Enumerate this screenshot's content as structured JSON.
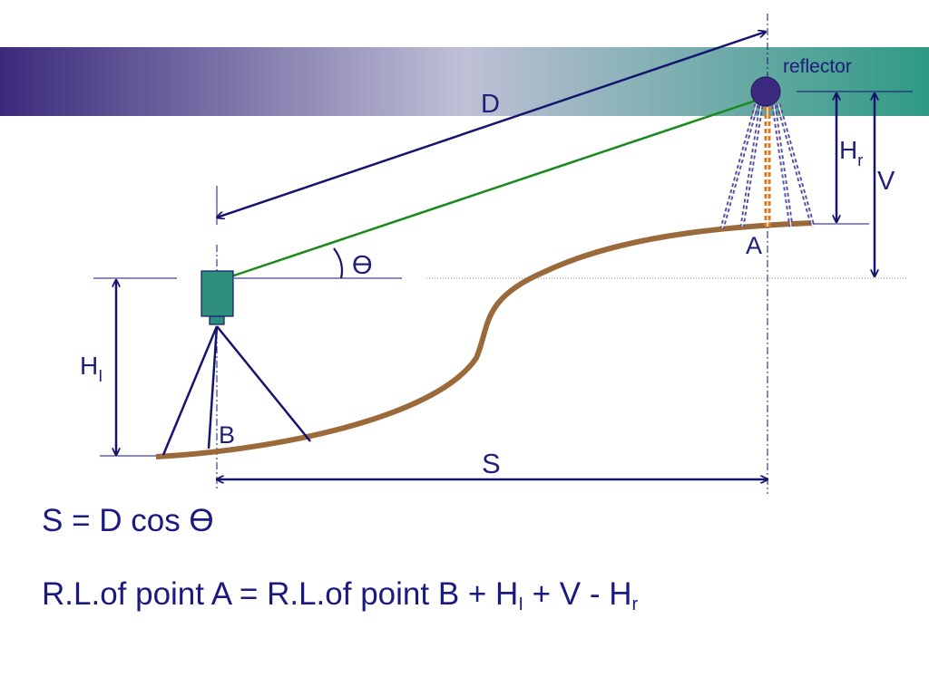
{
  "slide": {
    "header_gradient": [
      "#3b2a7c",
      "#bfc0d6",
      "#2e9a84"
    ]
  },
  "diagram": {
    "labels": {
      "reflector": "reflector",
      "distance_d": "D",
      "height_r_main": "H",
      "height_r_sub": "r",
      "vertical_v": "V",
      "point_a": "A",
      "angle_theta": "Ө",
      "height_i_main": "H",
      "height_i_sub": "I",
      "point_b": "B",
      "horizontal_s": "S"
    },
    "colors": {
      "dimension": "#14146e",
      "sight_line": "#1a8a1a",
      "ground": "#9b6a3a",
      "instrument": "#2e8f7c",
      "reflector": "#3c2a80",
      "signal": "#e07a20"
    }
  },
  "formulas": {
    "line1": "S = D cos Ө",
    "line2_part1": "R.L.of point A = R.L.of point B + H",
    "line2_sub1": "I",
    "line2_part2": " + V - H",
    "line2_sub2": "r"
  }
}
